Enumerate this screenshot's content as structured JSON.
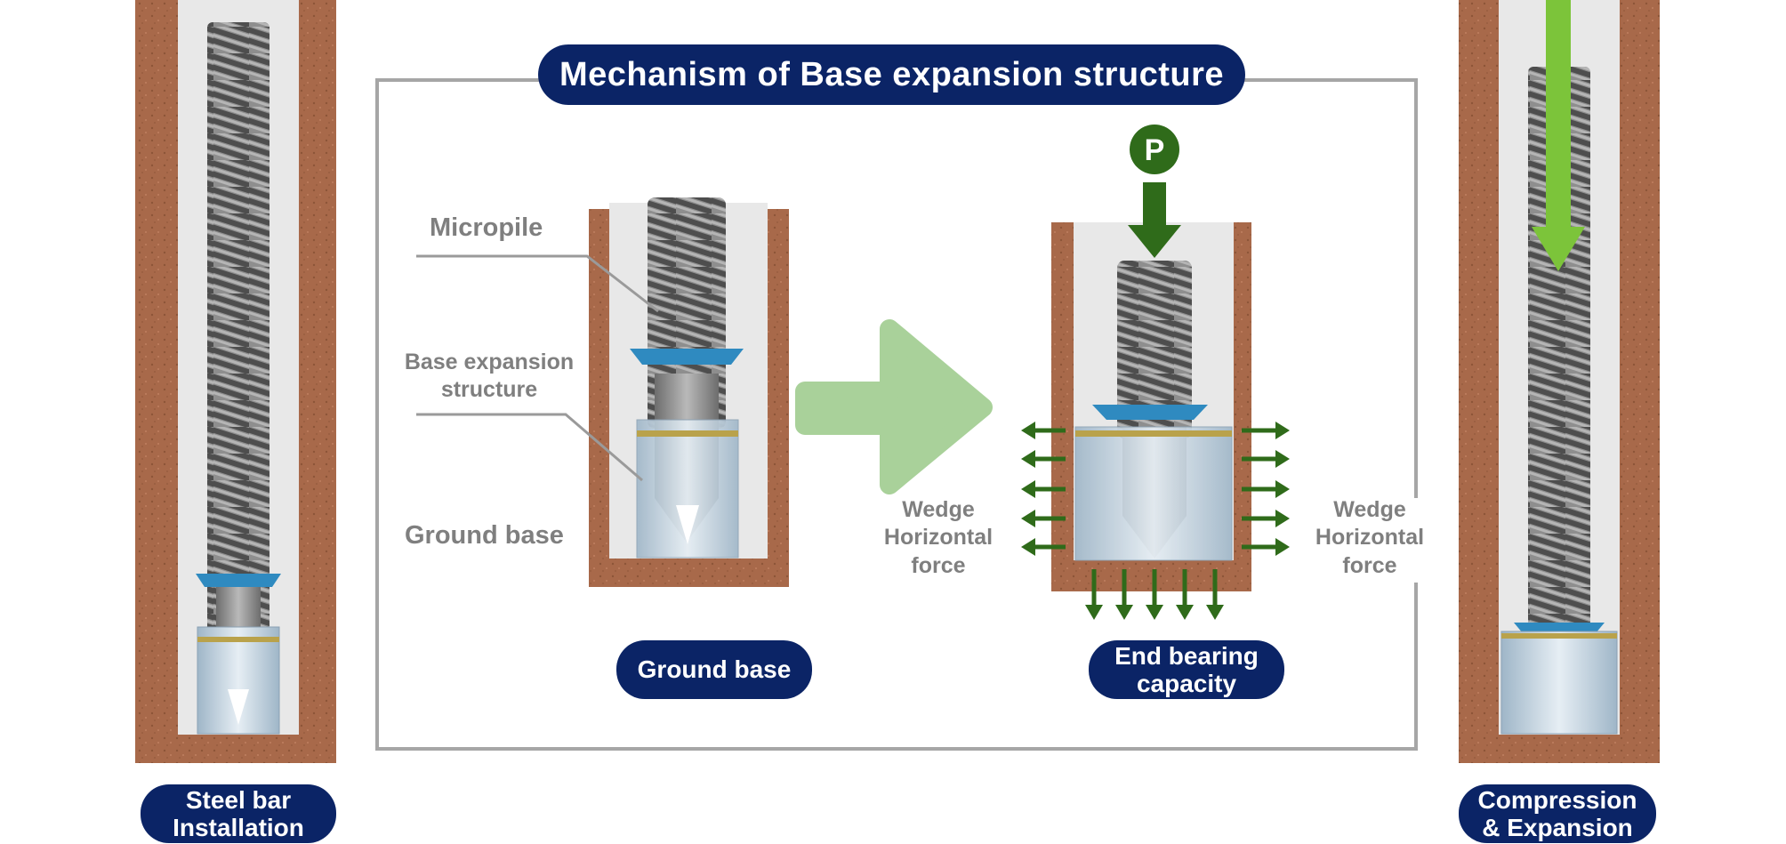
{
  "title": "Mechanism of Base expansion structure",
  "labels": {
    "micropile": "Micropile",
    "base_expansion_line1": "Base expansion",
    "base_expansion_line2": "structure",
    "ground_base": "Ground base",
    "wedge_left": [
      "Wedge",
      "Horizontal",
      "force"
    ],
    "wedge_right": [
      "Wedge",
      "Horizontal",
      "force"
    ],
    "load_symbol": "P"
  },
  "pills": {
    "steel_bar": [
      "Steel bar",
      "Installation"
    ],
    "ground_base": "Ground base",
    "end_bearing": [
      "End bearing",
      "capacity"
    ],
    "compression": [
      "Compression",
      "& Expansion"
    ]
  },
  "colors": {
    "navy": "#0b2466",
    "soil": "#a8694a",
    "light_green_arrow": "#a9d19a",
    "dark_green_arrow": "#2f6b1a",
    "bright_green_arrow": "#7cc43a",
    "label_gray": "#7f7f7f",
    "collar_blue": "#2f8ac0",
    "steel": "#8c8c8c"
  }
}
